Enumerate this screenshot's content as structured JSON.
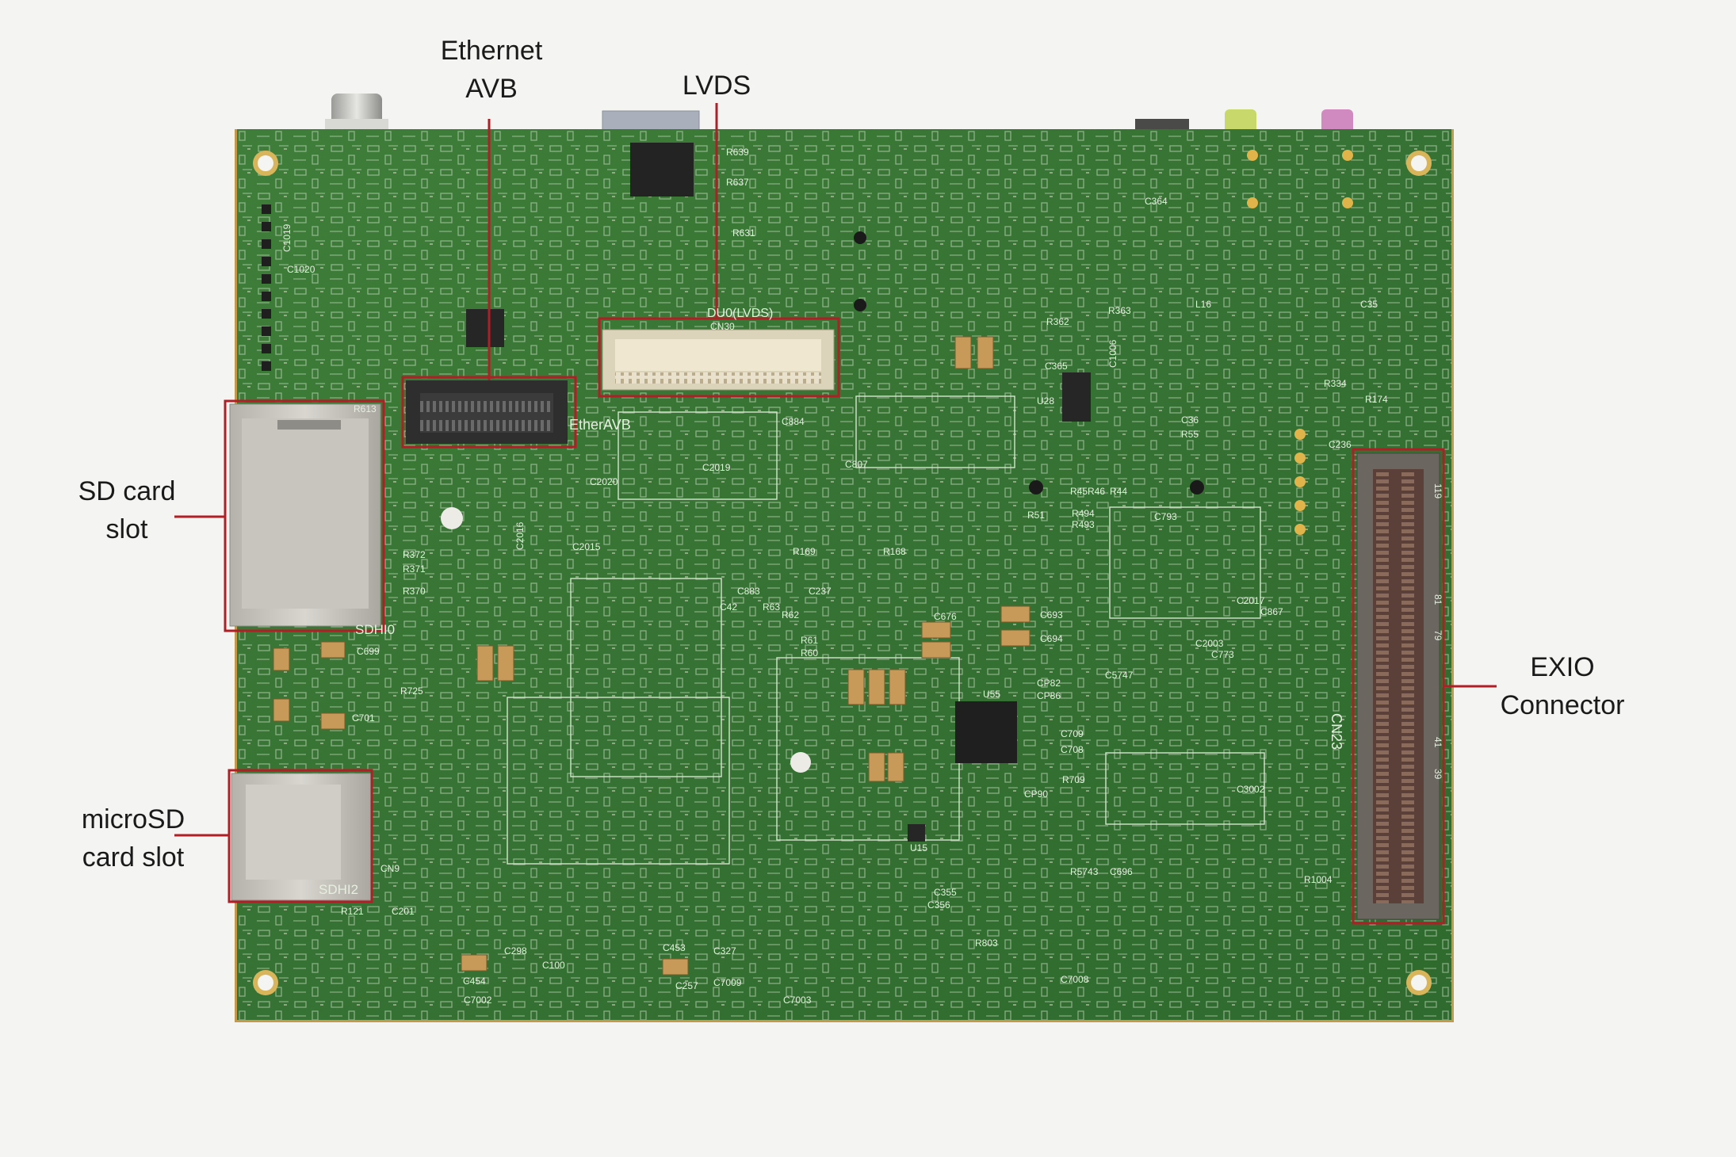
{
  "callouts": {
    "ethernet_avb": [
      "Ethernet",
      "AVB"
    ],
    "lvds": [
      "LVDS"
    ],
    "sd_card_slot": [
      "SD card",
      "slot"
    ],
    "microsd_card_slot": [
      "microSD",
      "card slot"
    ],
    "exio_connector": [
      "EXIO",
      "Connector"
    ]
  },
  "silkscreen": {
    "ether_avb": "EtherAVB",
    "duo_lvds": "DU0(LVDS)",
    "cn30": "CN30",
    "sdhi0": "SDHI0",
    "sdhi2": "SDHI2",
    "cn23": "CN23",
    "cn9": "CN9",
    "u55": "U55",
    "u15": "U15",
    "u28": "U28",
    "r1004": "R1004",
    "c7008": "C7008",
    "c7002": "C7002",
    "c7003": "C7003",
    "c7009": "C7009",
    "c454": "C454",
    "c453": "C453",
    "r5743": "R5743",
    "c696": "C696",
    "c3002": "C3002",
    "c699": "C699",
    "c701": "C701",
    "r725": "R725",
    "c693": "C693",
    "c694": "C694",
    "c676": "C676",
    "r639": "R639",
    "r637": "R637",
    "r631": "R631",
    "c364": "C364",
    "l16": "L16",
    "c35": "C35",
    "r174": "R174",
    "r334": "R334",
    "c236": "C236",
    "c709": "C709",
    "c708": "C708",
    "r709": "R709",
    "cp90": "CP90",
    "cp82": "CP82",
    "cp86": "CP86",
    "r51": "R51",
    "r494": "R494",
    "r493": "R493",
    "c793": "C793",
    "c5747": "C5747",
    "r168": "R168",
    "r169": "R169",
    "c237": "C237",
    "c883": "C883",
    "c42": "C42",
    "r63": "R63",
    "r62": "R62",
    "r61": "R61",
    "r60": "R60",
    "r370": "R370",
    "r371": "R371",
    "r372": "R372",
    "r613": "R613",
    "c2015": "C2015",
    "c2016": "C2016",
    "c2020": "C2020",
    "c2019": "C2019",
    "c884": "C884",
    "c807": "C807",
    "c365": "C365",
    "c1006": "C1006",
    "r362": "R362",
    "r363": "R363",
    "c1019": "C1019",
    "c1020": "C1020",
    "c2017": "C2017",
    "c867": "C867",
    "c2003": "C2003",
    "c773": "C773",
    "r803": "R803",
    "c355": "C355",
    "c356": "C356",
    "c298": "C298",
    "c100": "C100",
    "c327": "C327",
    "c257": "C257",
    "c201": "C201",
    "r121": "R121",
    "r45r46": "R45R46",
    "r44": "R44",
    "c36": "C36",
    "r55": "R55",
    "tick_119": "119",
    "tick_81": "81",
    "tick_79": "79",
    "tick_41": "41",
    "tick_39": "39"
  }
}
